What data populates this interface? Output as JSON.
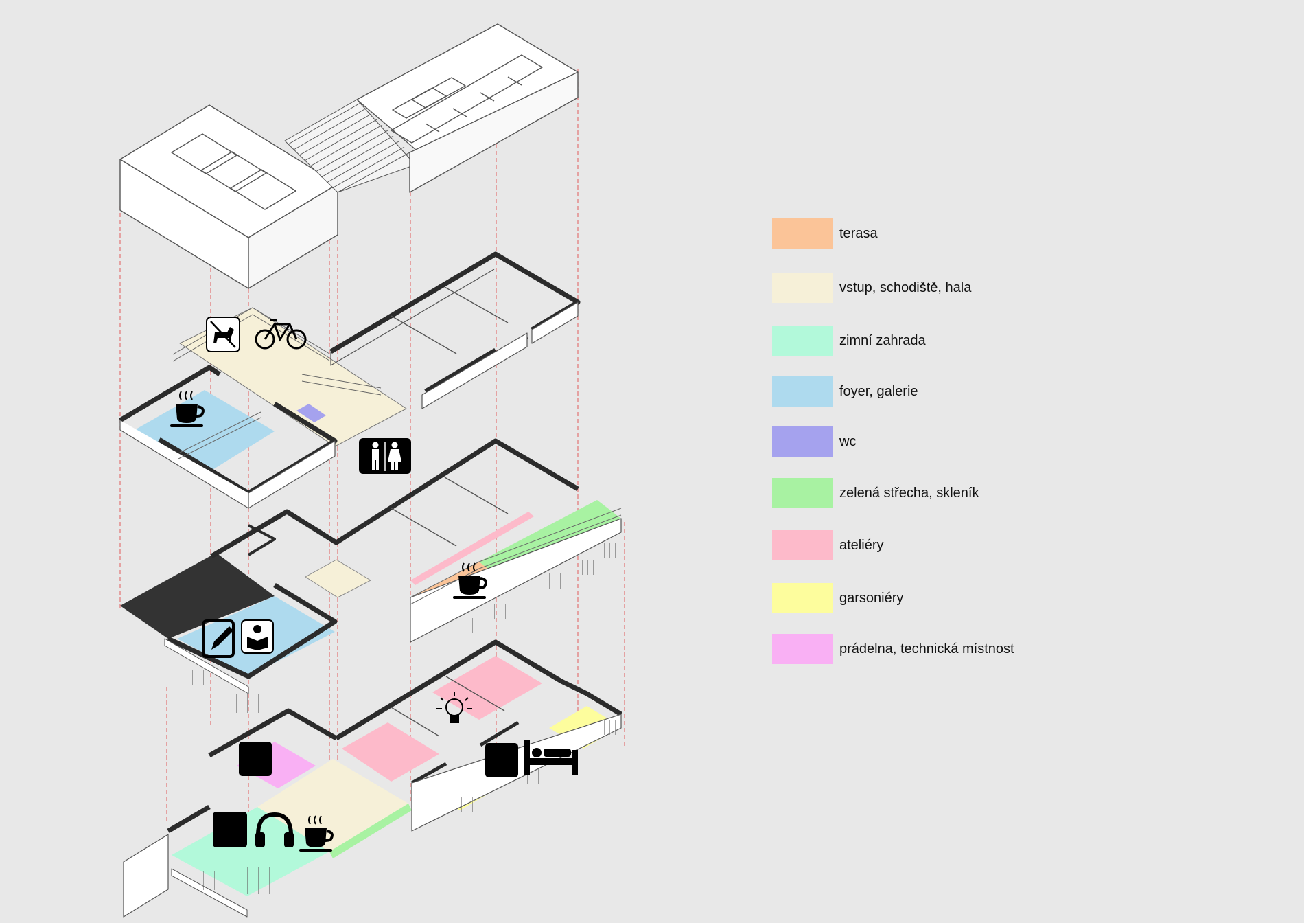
{
  "legend": [
    {
      "label": "terasa",
      "color": "#fbc498"
    },
    {
      "label": "vstup, schodiště, hala",
      "color": "#f6f0d8"
    },
    {
      "label": "zimní zahrada",
      "color": "#b2f9da"
    },
    {
      "label": "foyer, galerie",
      "color": "#aedaee"
    },
    {
      "label": "wc",
      "color": "#a5a2ee"
    },
    {
      "label": "zelená střecha, skleník",
      "color": "#a8f2a2"
    },
    {
      "label": "ateliéry",
      "color": "#fdbaca"
    },
    {
      "label": "garsoniéry",
      "color": "#fdfd9d"
    },
    {
      "label": "prádelna, technická místnost",
      "color": "#f9b0f4"
    }
  ],
  "colors": {
    "background": "#e8e8e8",
    "wall": "#2b2b2b",
    "line": "#555555",
    "guide": "#e37575",
    "icon": "#000000"
  },
  "icons": [
    "no-dogs-icon",
    "bicycle-icon",
    "coffee-icon",
    "restroom-icon",
    "pencil-icon",
    "reading-icon",
    "lightbulb-icon",
    "bed-icon",
    "headphones-icon"
  ]
}
